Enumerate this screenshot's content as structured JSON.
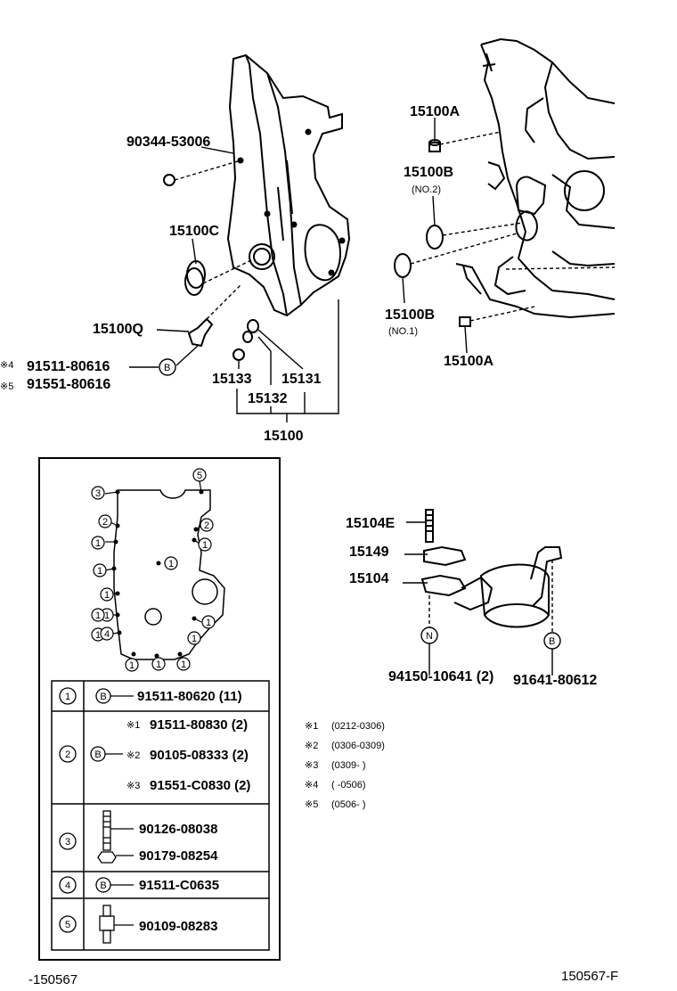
{
  "top_left": {
    "labels": {
      "p1": "90344-53006",
      "p2": "15100C",
      "p3": "15100Q",
      "p4a_mark": "※4",
      "p4a": "91511-80616",
      "p4b_mark": "※5",
      "p4b": "91551-80616",
      "p5": "15133",
      "p6": "15131",
      "p7": "15132",
      "p8": "15100",
      "b": "B"
    }
  },
  "top_right": {
    "labels": {
      "a1": "15100A",
      "b2": "15100B",
      "b2_sub": "(NO.2)",
      "b1": "15100B",
      "b1_sub": "(NO.1)",
      "a2": "15100A"
    }
  },
  "oil_pan": {
    "labels": {
      "e": "15104E",
      "g": "15149",
      "s": "15104",
      "n": "N",
      "b": "B",
      "part_n": "94150-10641 (2)",
      "part_b": "91641-80612"
    }
  },
  "bolt_map": {
    "circles": [
      "5",
      "3",
      "2",
      "2",
      "1",
      "1",
      "1",
      "1",
      "1",
      "1",
      "1",
      "1",
      "1",
      "4",
      "1",
      "1",
      "1",
      "1"
    ]
  },
  "table": {
    "rows": [
      {
        "num": "1",
        "b": "B",
        "parts": [
          {
            "mark": "",
            "text": "91511-80620 (11)"
          }
        ]
      },
      {
        "num": "2",
        "b": "B",
        "parts": [
          {
            "mark": "※1",
            "text": "91511-80830 (2)"
          },
          {
            "mark": "※2",
            "text": "90105-08333 (2)"
          },
          {
            "mark": "※3",
            "text": "91551-C0830 (2)"
          }
        ]
      },
      {
        "num": "3",
        "b": "",
        "parts": [
          {
            "mark": "",
            "text": "90126-08038"
          },
          {
            "mark": "",
            "text": "90179-08254"
          }
        ]
      },
      {
        "num": "4",
        "b": "B",
        "parts": [
          {
            "mark": "",
            "text": "91511-C0635"
          }
        ]
      },
      {
        "num": "5",
        "b": "",
        "parts": [
          {
            "mark": "",
            "text": "90109-08283"
          }
        ]
      }
    ]
  },
  "notes": [
    {
      "mark": "※1",
      "text": "(0212-0306)"
    },
    {
      "mark": "※2",
      "text": "(0306-0309)"
    },
    {
      "mark": "※3",
      "text": "(0309-       )"
    },
    {
      "mark": "※4",
      "text": "(       -0506)"
    },
    {
      "mark": "※5",
      "text": "(0506-       )"
    }
  ],
  "footer": {
    "left": "-150567",
    "right": "150567-F"
  }
}
